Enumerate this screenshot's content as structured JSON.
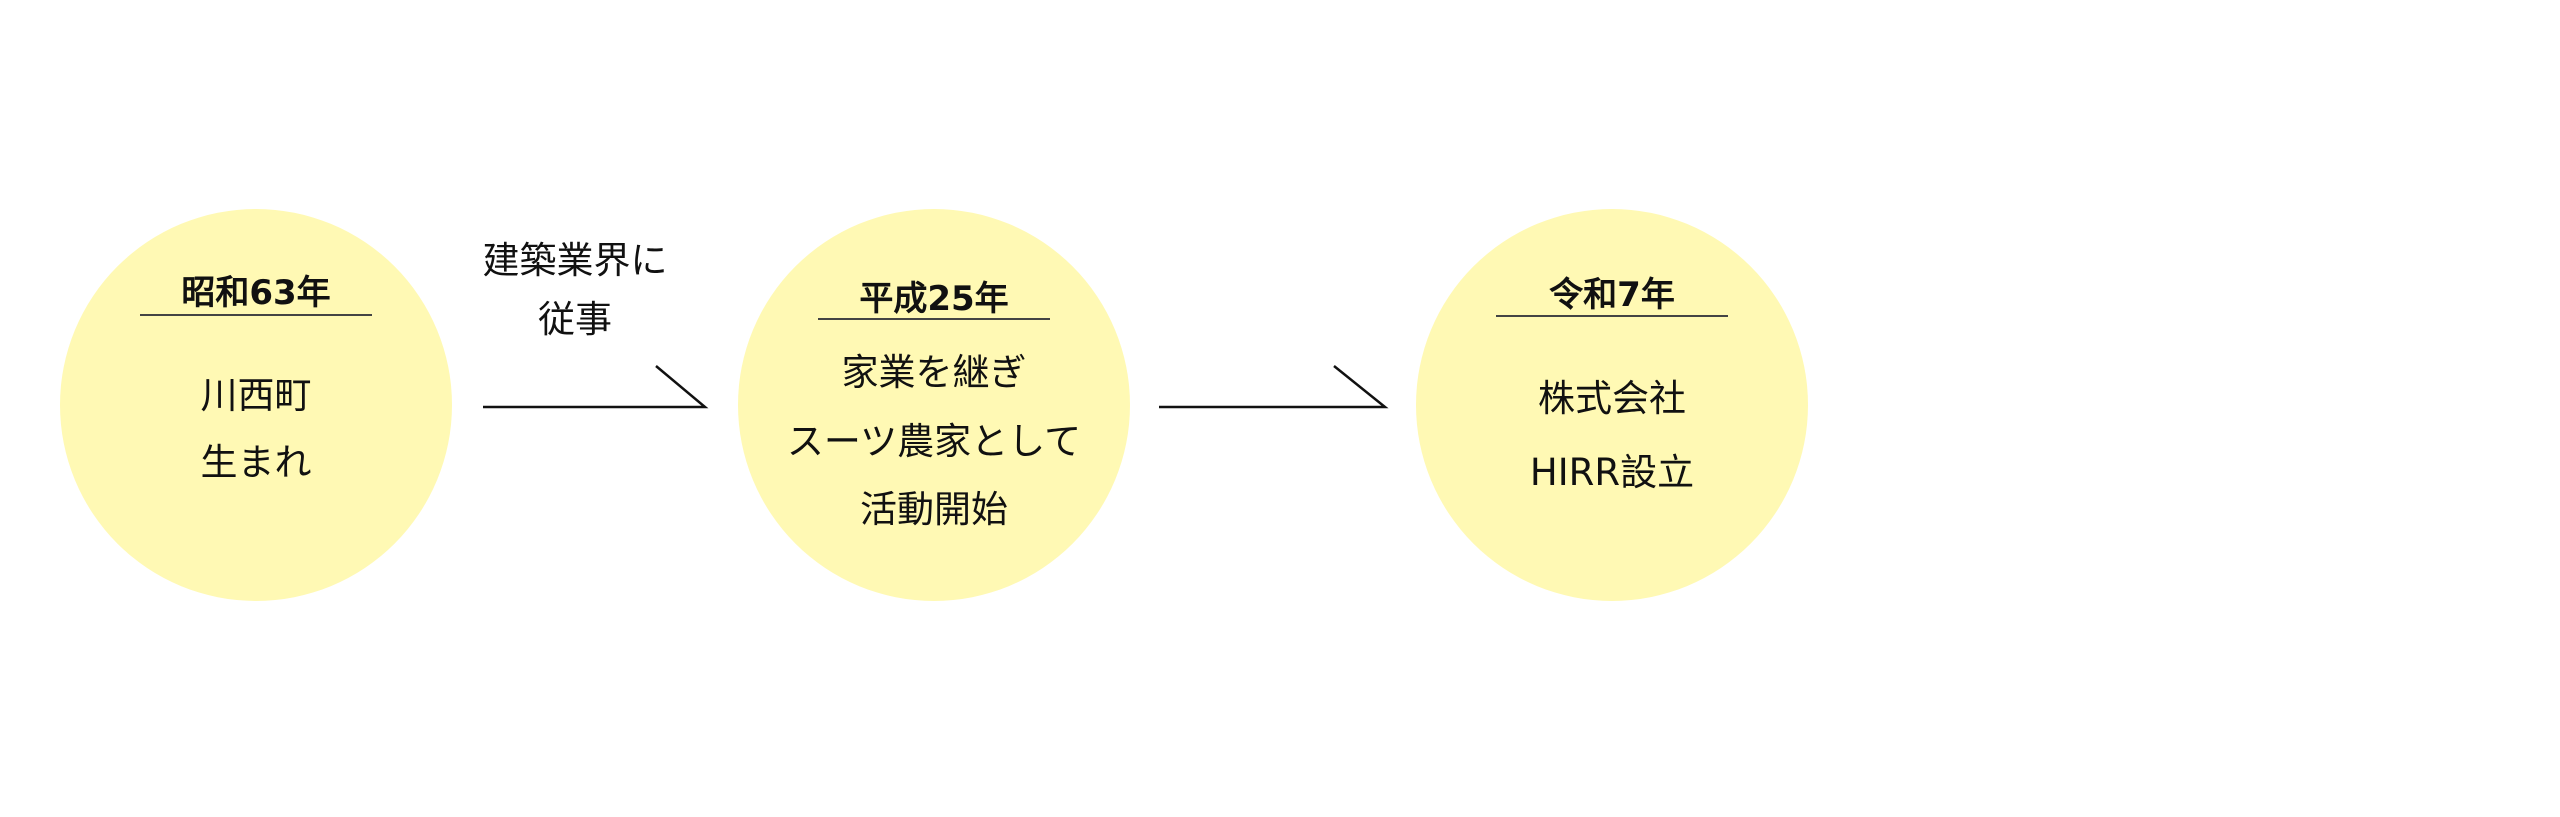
{
  "timeline": [
    {
      "year": "昭和63年",
      "lines": [
        "川西町",
        "生まれ"
      ]
    },
    {
      "year": "平成25年",
      "lines": [
        "家業を継ぎ",
        "スーツ農家として",
        "活動開始"
      ]
    },
    {
      "year": "令和7年",
      "lines": [
        "株式会社",
        "HIRR設立"
      ]
    }
  ],
  "transitions": [
    {
      "lines": [
        "建築業界に",
        "従事"
      ]
    }
  ],
  "colors": {
    "circle": "#fff9b4",
    "line": "#111111"
  }
}
